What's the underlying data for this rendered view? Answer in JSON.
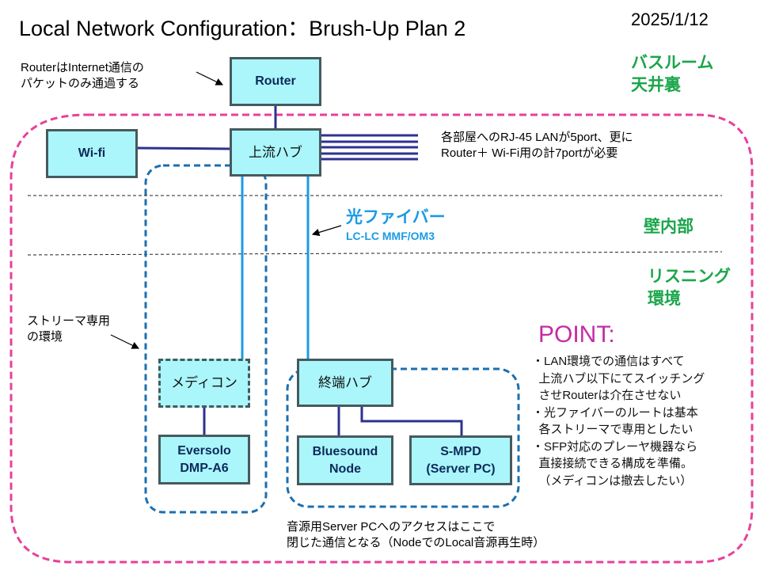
{
  "header": {
    "title": "Local Network Configuration：Brush-Up Plan 2",
    "date": "2025/1/12"
  },
  "zones": {
    "bathroom_ceiling": "バスルーム\n天井裏",
    "inside_wall": "壁内部",
    "listening_env": "リスニング\n環境"
  },
  "annotations": {
    "router_note": "RouterはInternet通信の\nパケットのみ通過する",
    "lan_ports_note": "各部屋へのRJ-45 LANが5port、更に\nRouter＋ Wi-Fi用の計7portが必要",
    "streamer_note": "ストリーマ専用\nの環境",
    "server_note": "音源用Server PCへのアクセスはここで\n閉じた通信となる（NodeでのLocal音源再生時）",
    "fiber_title": "光ファイバー",
    "fiber_spec": "LC-LC MMF/OM3"
  },
  "nodes": {
    "router": "Router",
    "wifi": "Wi-fi",
    "upstream_hub": "上流ハブ",
    "media_converter": "メディコン",
    "eversolo": "Eversolo\nDMP-A6",
    "terminal_hub": "終端ハブ",
    "bluesound": "Bluesound\nNode",
    "smpd": "S-MPD\n(Server PC)"
  },
  "point": {
    "title": "POINT:",
    "items": "・LAN環境での通信はすべて\n  上流ハブ以下にてスイッチング\n  させRouterは介在させない\n・光ファイバーのルートは基本\n  各ストリーマで専用としたい\n・SFP対応のプレーヤ機器なら\n  直接接続できる構成を準備。\n  （メディコンは撤去したい）"
  },
  "colors": {
    "box_fill": "#aaf6fb",
    "box_border": "#465a5e",
    "lan_cable": "#2e3191",
    "fiber": "#1a9be6",
    "region_pink": "#e8409a",
    "region_blue": "#1b6fb0",
    "zone_green": "#1aa64a",
    "point_magenta": "#c42ca6"
  }
}
